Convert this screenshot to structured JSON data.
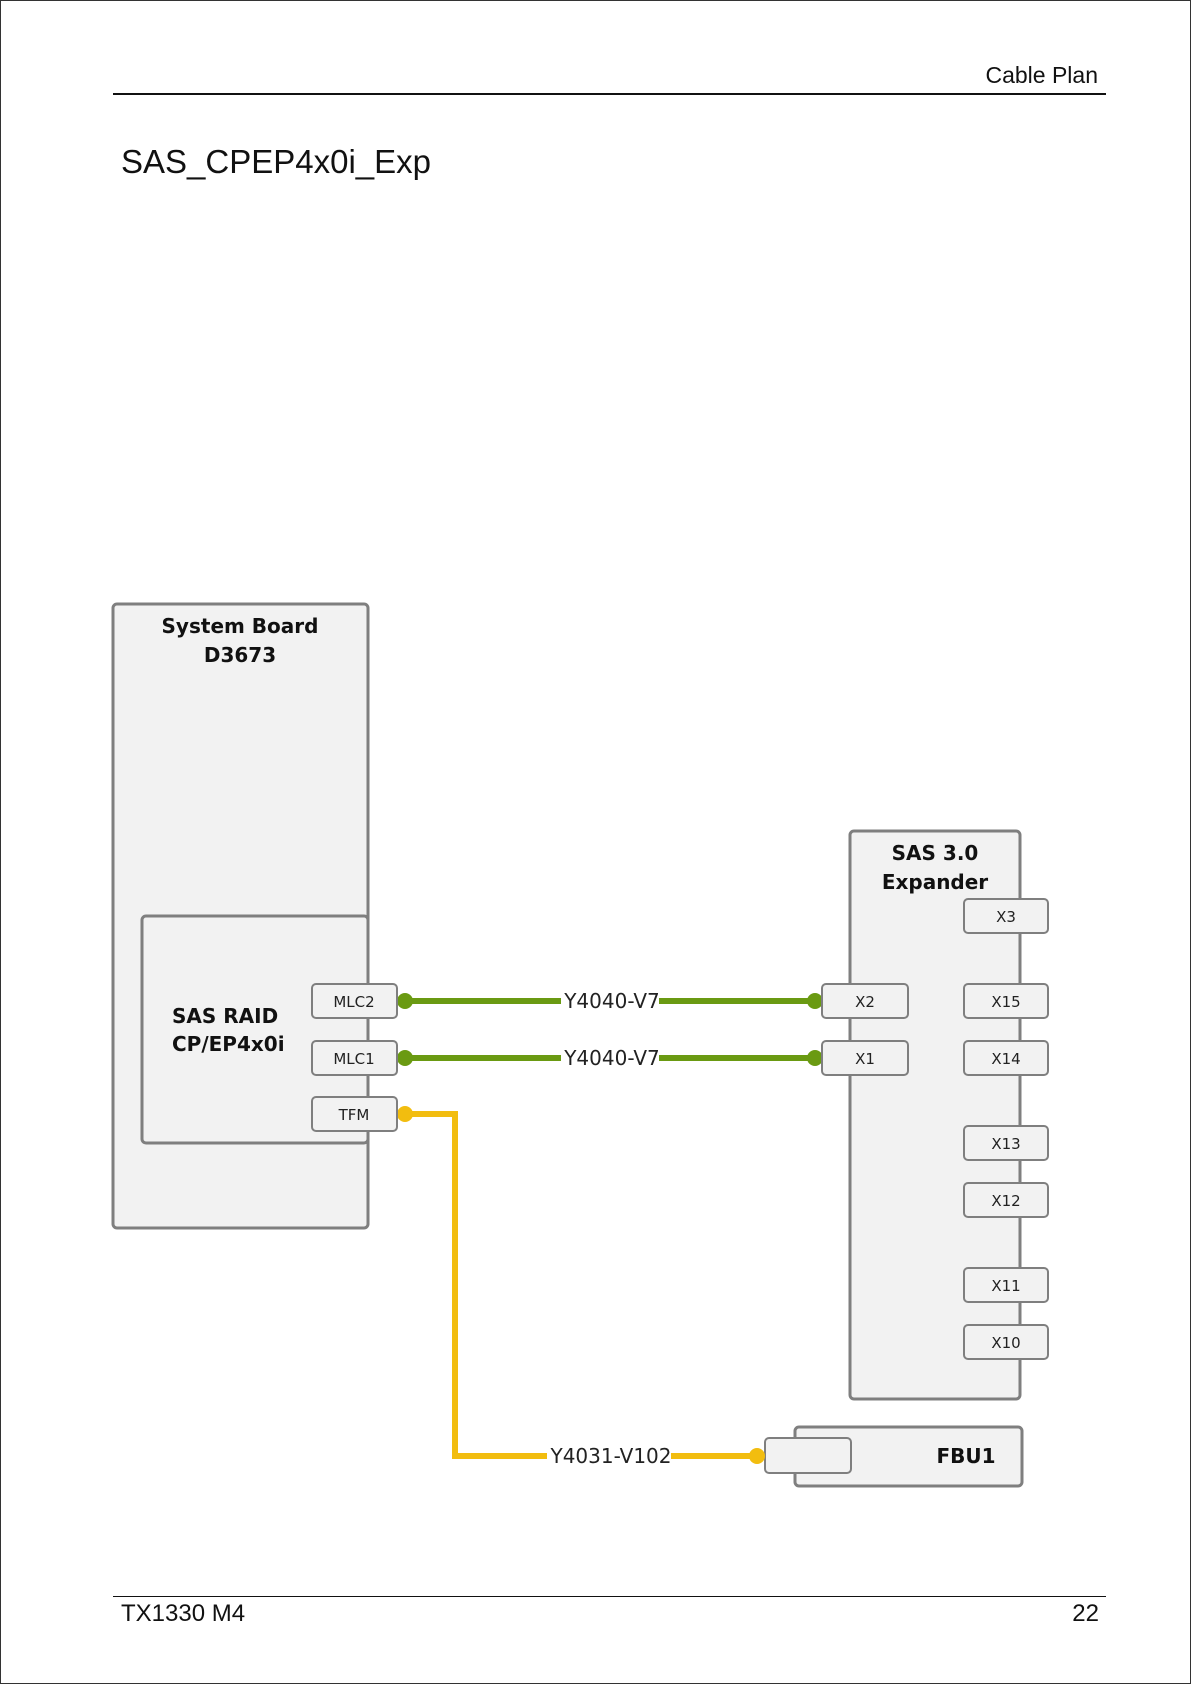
{
  "header": {
    "title": "Cable Plan"
  },
  "section": {
    "title": "SAS_CPEP4x0i_Exp"
  },
  "footer": {
    "model": "TX1330 M4",
    "page_number": "22"
  },
  "colors": {
    "sas_cable": "#6a9a12",
    "tfm_cable": "#f2bd0f",
    "box_fill": "#f2f2f2",
    "box_stroke": "#7f7f7f"
  },
  "diagram": {
    "system_board": {
      "line1": "System Board",
      "line2": "D3673"
    },
    "raid_controller": {
      "line1": "SAS RAID",
      "line2": "CP/EP4x0i",
      "ports": {
        "mlc2": "MLC2",
        "mlc1": "MLC1",
        "tfm": "TFM"
      }
    },
    "expander": {
      "line1": "SAS 3.0",
      "line2": "Expander",
      "ports": {
        "x3": "X3",
        "x2": "X2",
        "x15": "X15",
        "x1": "X1",
        "x14": "X14",
        "x13": "X13",
        "x12": "X12",
        "x11": "X11",
        "x10": "X10"
      }
    },
    "fbu": {
      "label": "FBU1"
    },
    "cables": {
      "mlc2_x2": "Y4040-V7",
      "mlc1_x1": "Y4040-V7",
      "tfm_fbu": "Y4031-V102"
    }
  }
}
